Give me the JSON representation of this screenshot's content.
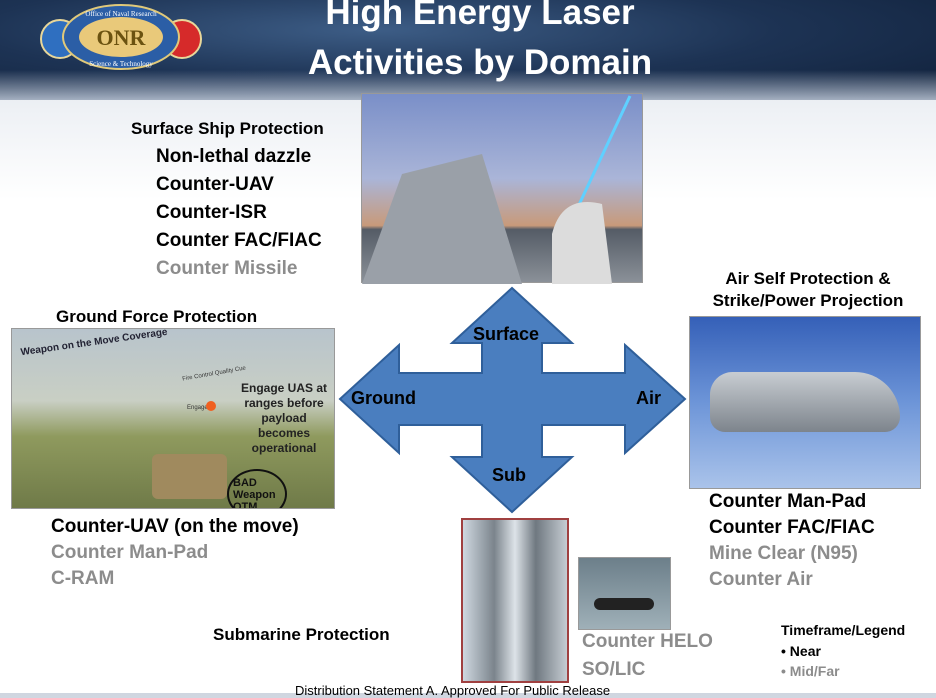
{
  "title": {
    "line1": "High Energy Laser",
    "line2": "Activities by Domain"
  },
  "logo": {
    "text_top": "Office of Naval Research",
    "text_mid": "ONR",
    "text_bottom": "Science & Technology"
  },
  "surface": {
    "heading": "Surface Ship Protection",
    "items": [
      {
        "label": "Non-lethal dazzle",
        "timeframe": "near"
      },
      {
        "label": "Counter-UAV",
        "timeframe": "near"
      },
      {
        "label": "Counter-ISR",
        "timeframe": "near"
      },
      {
        "label": "Counter FAC/FIAC",
        "timeframe": "near"
      },
      {
        "label": "Counter Missile",
        "timeframe": "far"
      }
    ]
  },
  "ground": {
    "heading": "Ground  Force Protection",
    "image_text": {
      "coverage": "Weapon on the Move Coverage",
      "cue": "Fire Control Quality Cue",
      "engage": "Engage",
      "callout": "Engage UAS at ranges before payload becomes operational",
      "bad": "BAD Weapon OTM"
    },
    "items": [
      {
        "label": "Counter-UAV (on the move)",
        "timeframe": "near"
      },
      {
        "label": "Counter Man-Pad",
        "timeframe": "far"
      },
      {
        "label": "C-RAM",
        "timeframe": "far"
      }
    ]
  },
  "air": {
    "heading": "Air Self Protection & Strike/Power Projection",
    "items": [
      {
        "label": "Counter Man-Pad",
        "timeframe": "near"
      },
      {
        "label": "Counter FAC/FIAC",
        "timeframe": "near"
      },
      {
        "label": "Mine Clear (N95)",
        "timeframe": "far"
      },
      {
        "label": "Counter Air",
        "timeframe": "far"
      }
    ]
  },
  "sub": {
    "heading": "Submarine Protection",
    "items": [
      {
        "label": "Counter HELO",
        "timeframe": "far"
      },
      {
        "label": "SO/LIC",
        "timeframe": "far"
      }
    ]
  },
  "arrows": {
    "up": "Surface",
    "left": "Ground",
    "right": "Air",
    "down": "Sub",
    "color": "#4a7ebf"
  },
  "legend": {
    "title": "Timeframe/Legend",
    "near": "Near",
    "far": "Mid/Far"
  },
  "footer": "Distribution Statement A. Approved For Public Release"
}
